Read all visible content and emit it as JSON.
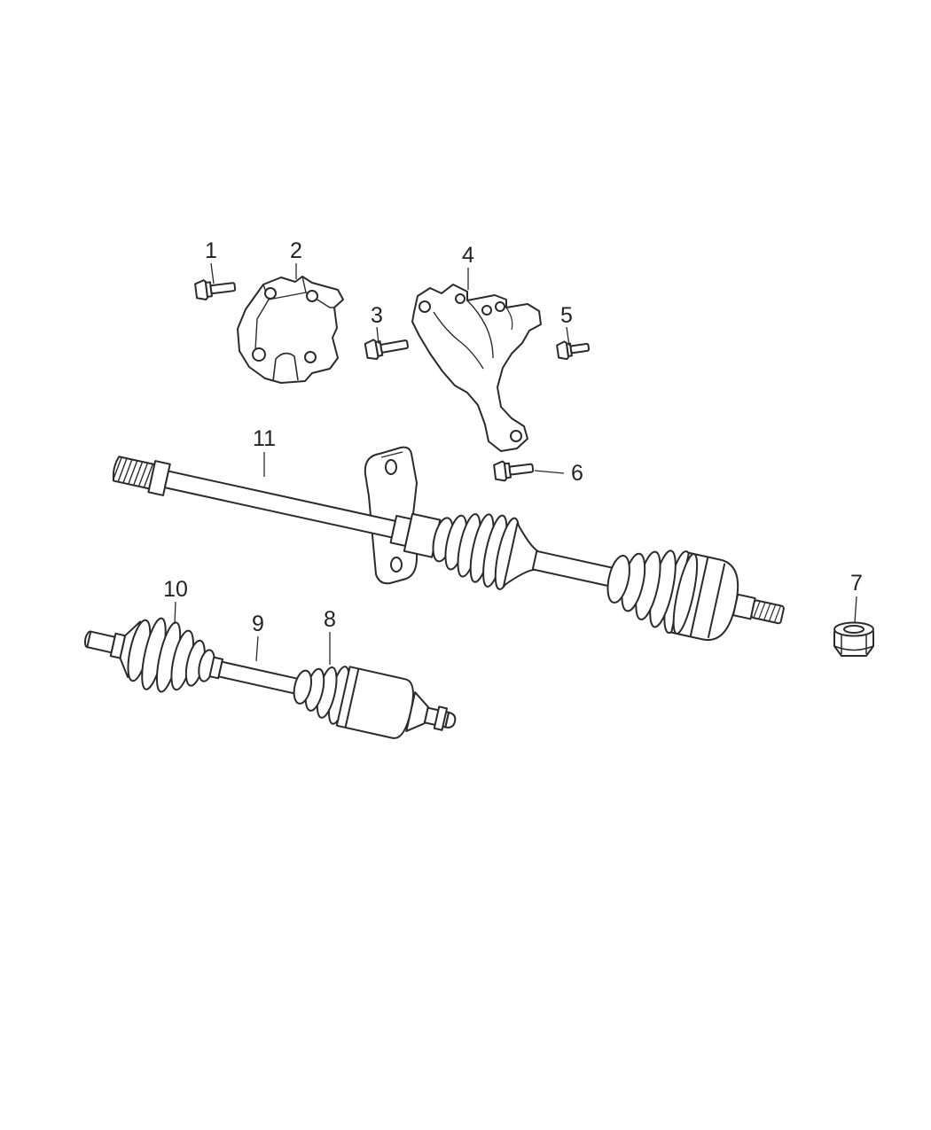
{
  "diagram": {
    "kind": "exploded-parts-diagram",
    "subject": "axle half shafts with brackets, bolts and retaining nut",
    "background": "#ffffff",
    "line_color": "#2b2b2b",
    "callouts": [
      {
        "id": 1,
        "label": "1"
      },
      {
        "id": 2,
        "label": "2"
      },
      {
        "id": 3,
        "label": "3"
      },
      {
        "id": 4,
        "label": "4"
      },
      {
        "id": 5,
        "label": "5"
      },
      {
        "id": 6,
        "label": "6"
      },
      {
        "id": 7,
        "label": "7"
      },
      {
        "id": 8,
        "label": "8"
      },
      {
        "id": 9,
        "label": "9"
      },
      {
        "id": 10,
        "label": "10"
      },
      {
        "id": 11,
        "label": "11"
      }
    ]
  }
}
